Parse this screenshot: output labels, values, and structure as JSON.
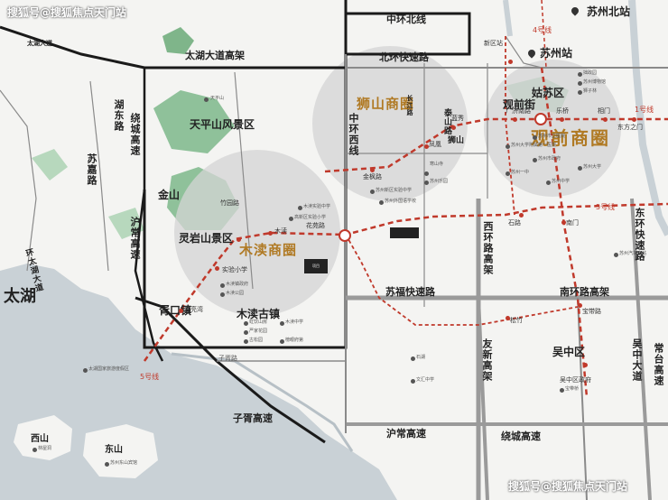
{
  "watermarks": {
    "top_left": "搜狐号@搜狐焦点天门站",
    "bottom_right": "搜狐号@搜狐焦点天门站"
  },
  "business_circles": {
    "shishan": "狮山商圈",
    "mudu": "木渎商圈",
    "guanqian": "观前商圈"
  },
  "metro_lines": {
    "line1": "1号线",
    "line5_east": "5号线",
    "line5_west": "5号线",
    "line4": "4号线"
  },
  "roads": {
    "zhonghuan_north": "中环北线",
    "taihu_elevated": "太湖大道高架",
    "beihuan_express": "北环快速路",
    "zhonghuan_west": "中环西线",
    "chenghuan_elevated": "绕城高速",
    "huning_elevated": "沪常高速",
    "taihu_avenue": "太湖大道",
    "huanxin_west": "西环路高架",
    "dongdong_elevated": "东环快速路",
    "suhao_elevated": "苏福快速路",
    "nanhuan_elevated": "南环路高架",
    "youxin_elevated": "友新高架",
    "wuzhong_avenue": "吴中大道",
    "changtai_elevated": "常台高速",
    "ziyu_road": "子胥路",
    "zixu_elevated": "子胥高速",
    "hucang_express": "沪常高速",
    "chengcheng_elevated": "绕城高速",
    "huqing_road": "湖东路",
    "suqing_road": "苏嘉路",
    "jianli_road": "金枫路",
    "zhulin_road": "竹园路",
    "changjiang_road": "长江路",
    "taishan_road": "泰山路"
  },
  "districts": {
    "tianping": "天平山风景区",
    "lingyan": "灵岩山景区",
    "jinshan": "金山",
    "mudu_old": "木渎古镇",
    "xukou": "胥口镇",
    "shishan": "狮山",
    "gusu": "姑苏区",
    "guanqianjie": "观前街",
    "wuzhong": "吴中区",
    "suzhou_station": "苏州站",
    "suzhou_north": "苏州北站",
    "taihu": "太湖",
    "xishan": "西山",
    "dongshan": "东山",
    "huanghu_avenue": "环太湖大道"
  },
  "metro_stations": {
    "mudu_st": "木渎",
    "jinfeng": "金枫路",
    "fenghuang": "凤凰",
    "lanxiu": "蓝秀",
    "zhuyuan": "竹园路",
    "huayuan": "花苑路",
    "guangji": "广济南路",
    "lejiao": "乐桥",
    "xiangmen": "相门",
    "dongfang": "东方之门",
    "nanmen": "南门",
    "baota": "宝带路",
    "songzhu": "松竹",
    "wuzhong_st": "吴中区政府",
    "shilu": "石路",
    "yueliang": "月亮湾",
    "shiyan": "实验小学",
    "xinzhu": "新区站"
  },
  "pois": [
    {
      "key": "p1",
      "text": "天平山"
    },
    {
      "key": "p2",
      "text": "木渎镇政府"
    },
    {
      "key": "p3",
      "text": "木渎公园"
    },
    {
      "key": "p4",
      "text": "木渎中学"
    },
    {
      "key": "p5",
      "text": "严家花园"
    },
    {
      "key": "p6",
      "text": "古松园"
    },
    {
      "key": "p7",
      "text": "榜眼府第"
    },
    {
      "key": "p8",
      "text": "虹饮山房"
    },
    {
      "key": "p9",
      "text": "苏州乐园"
    },
    {
      "key": "p10",
      "text": "苏州大学"
    },
    {
      "key": "p11",
      "text": "苏州博物馆"
    },
    {
      "key": "p12",
      "text": "拙政园"
    },
    {
      "key": "p13",
      "text": "狮子林"
    },
    {
      "key": "p14",
      "text": "苏州市政府"
    },
    {
      "key": "p15",
      "text": "苏州新区实验中学"
    },
    {
      "key": "p16",
      "text": "苏州外国语学校"
    },
    {
      "key": "p17",
      "text": "苏州中学"
    },
    {
      "key": "p18",
      "text": "苏州一中"
    },
    {
      "key": "p19",
      "text": "文汇中学"
    },
    {
      "key": "p20",
      "text": "高新区实验小学"
    },
    {
      "key": "p21",
      "text": "木渎实验中学"
    },
    {
      "key": "p22",
      "text": "宝带桥"
    },
    {
      "key": "p23",
      "text": "石湖"
    },
    {
      "key": "p24",
      "text": "寒山寺"
    },
    {
      "key": "p25",
      "text": "苏州汽车南站"
    },
    {
      "key": "p26",
      "text": "苏州市立医院"
    },
    {
      "key": "p27",
      "text": "苏州大学附属第一医院"
    },
    {
      "key": "p28",
      "text": "太湖国家旅游度假区"
    },
    {
      "key": "p29",
      "text": "林屋洞"
    },
    {
      "key": "p30",
      "text": "苏州东山宾馆"
    }
  ],
  "project_label": "项目"
}
